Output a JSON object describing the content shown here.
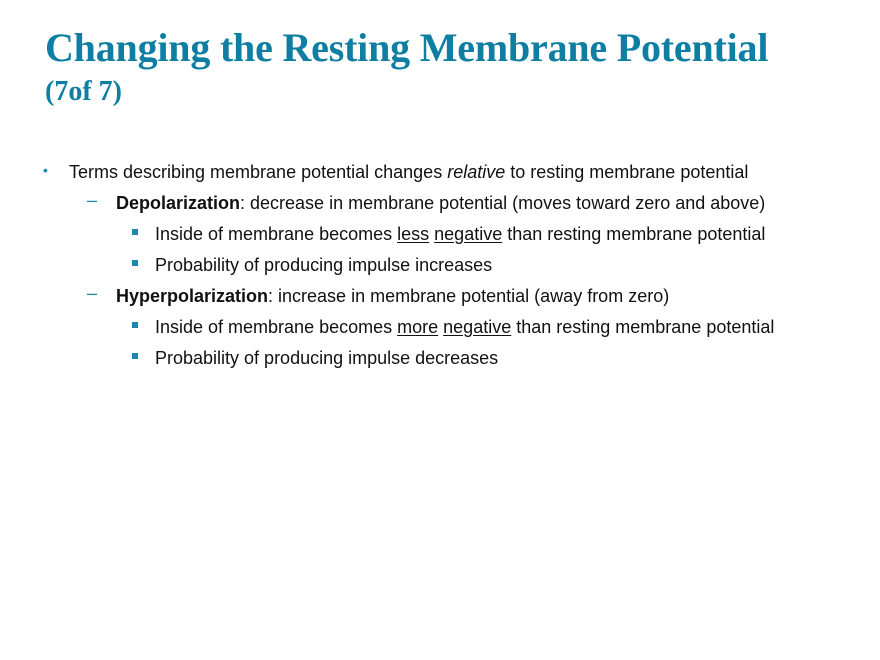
{
  "slide": {
    "title": {
      "line1": "Changing the Resting Membrane Potential",
      "line2": "(7of 7)"
    },
    "colors": {
      "title": "#0e7fa3",
      "bullet": "#1a88ad",
      "text": "#111111"
    },
    "bullets": [
      {
        "level": 1,
        "marker": "dot",
        "pre": "Terms describing membrane potential changes ",
        "italic": "relative",
        "post": " to resting membrane potential"
      },
      {
        "level": 2,
        "marker": "dash",
        "term": "Depolarization",
        "text": ": decrease in membrane potential (moves toward zero and above)"
      },
      {
        "level": 3,
        "marker": "square",
        "pre": "Inside of membrane becomes ",
        "u1": "less",
        "u2": "negative",
        "post": " than resting membrane potential"
      },
      {
        "level": 3,
        "marker": "square",
        "text": "Probability of producing impulse increases"
      },
      {
        "level": 2,
        "marker": "dash",
        "term": "Hyperpolarization",
        "text": ": increase in membrane potential (away from zero)"
      },
      {
        "level": 3,
        "marker": "square",
        "pre": "Inside of membrane becomes ",
        "u1": "more",
        "u2": "negative",
        "post": " than resting membrane potential"
      },
      {
        "level": 3,
        "marker": "square",
        "text": "Probability of producing impulse decreases"
      }
    ],
    "markers": {
      "dot": "•",
      "dash": "–"
    }
  }
}
